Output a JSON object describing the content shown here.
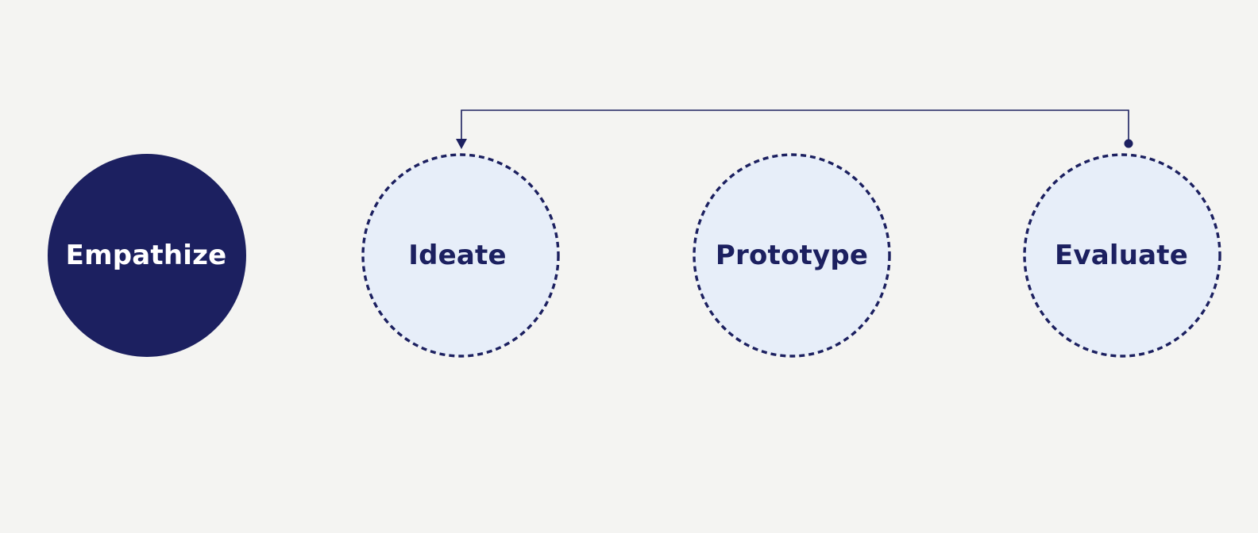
{
  "colors": {
    "background": "#f4f4f2",
    "active_fill": "#1c2060",
    "inactive_fill": "#e7eef9",
    "outline": "#1c2060",
    "active_text": "#ffffff",
    "inactive_text": "#1c2060"
  },
  "steps": [
    {
      "label": "Empathize",
      "state": "active"
    },
    {
      "label": "Ideate",
      "state": "pending"
    },
    {
      "label": "Prototype",
      "state": "pending"
    },
    {
      "label": "Evaluate",
      "state": "pending"
    }
  ],
  "loop": {
    "from": "Evaluate",
    "to": "Ideate"
  }
}
